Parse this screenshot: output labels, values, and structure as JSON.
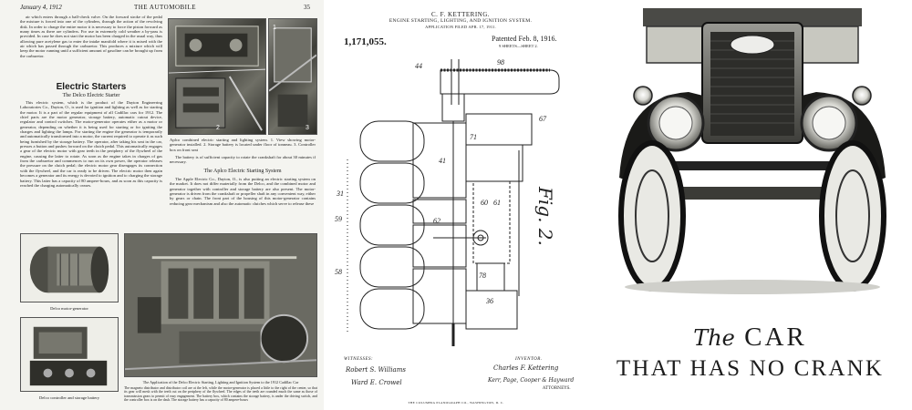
{
  "magazine": {
    "date": "January 4, 1912",
    "title": "THE AUTOMOBILE",
    "page_number": "35",
    "intro_text": "air which enters through a ball-check valve. On the forward stroke of the pedal the mixture is forced into one of the cylinders, through the action of the revolving disk. In order to charge the entire motor it is necessary to force the piston forward as many times as there are cylinders. For use in extremely cold weather a by-pass is provided. In case he does not start the motor has been charged in the usual way, thus allowing pure acetylene gas to enter the intake manifold where it is mixed with the air which has passed through the carburetor. This produces a mixture which will keep the motor running until a sufficient amount of gasoline can be brought up from the carburetor.",
    "section_heading": "Electric Starters",
    "sub_heading_1": "The Delco Electric Starter",
    "delco_text": "This electric system, which is the product of the Dayton Engineering Laboratories Co., Dayton, O., is used for ignition and lighting as well as for starting the motor. It is a part of the regular equipment of all Cadillac cars for 1912. The chief parts are the motor generator, storage battery, automatic cutout device, regulator and control switches. The motor-generator operates either as a motor or generator, depending on whether it is being used for starting or for igniting the charges and lighting the lamps. For starting the engine the generator is temporarily and automatically transformed into a motor, the current required to operate it as such being furnished by the storage battery. The operator, after taking his seat in the car, presses a button and pushes forward on the clutch pedal. This automatically engages a gear of the electric motor with gear teeth in the periphery of the flywheel of the engine, causing the latter to rotate. As soon as the engine takes in charges of gas from the carburetor and commences to run on its own power, the operator releases the pressure on the clutch pedal; the electric motor gear disengages its connection with the flywheel, and the car is ready to be driven. The electric motor then again becomes a generator and its energy is devoted to ignition and to charging the storage battery. This latter has a capacity of 80 ampere-hours, and as soon as this capacity is reached the charging automatically ceases.",
    "photo_top_caption": "Aplco combined electric starting and lighting system. 1. View showing motor-generator installed. 2. Storage battery is located under floor of tonneau. 3. Controller box on front seat",
    "battery_text": "The battery is of sufficient capacity to rotate the crankshaft for about 30 minutes if necessary.",
    "sub_heading_2": "The Aplco Electric Starting System",
    "aplco_text": "The Apple Electric Co., Dayton, O., is also putting an electric starting system on the market. It does not differ materially from the Delco, and the combined motor and generator together with controller and storage battery are also present. The motor-generator is driven from the crankshaft or propeller shaft in any convenient way, either by gears or chain. The front part of the housing of this motor-generator contains reducing gear mechanism and also the automatic clutches which serve to release these",
    "caption_motor_generator": "Delco motor-generator",
    "caption_controller": "Delco controller and storage battery",
    "caption_engine": "The Application of the Delco Electric Starting, Lighting and Ignition System to the 1912 Cadillac Car",
    "engine_description": "The magneto distributor and distributor coil are at the left, while the motor-generator is placed a little to the right of the center, so that its gear will mesh with the teeth cut on the periphery of the flywheel. The edges of the teeth are rounded much the same as those of transmission gears to permit of easy engagement. The battery box, which contains the storage battery, is under the driving switch, and the controller box is on the dash. The storage battery has a capacity of 80 ampere-hours",
    "photo_numbers": [
      "1",
      "2",
      "3"
    ]
  },
  "patent": {
    "inventor_header": "C. F. KETTERING.",
    "title": "ENGINE STARTING, LIGHTING, AND IGNITION SYSTEM.",
    "filed": "APPLICATION FILED APR. 17, 1911.",
    "number": "1,171,055.",
    "patented": "Patented Feb. 8, 1916.",
    "sheets": "9 SHEETS—SHEET 2.",
    "figure_label": "Fig. 2.",
    "reference_numerals": [
      "44",
      "98",
      "67",
      "71",
      "41",
      "60",
      "61",
      "62",
      "31",
      "59",
      "58",
      "78",
      "36"
    ],
    "witnesses_label": "WITNESSES:",
    "witness_1": "Robert S. Williams",
    "witness_2": "Ward E. Crowel",
    "inventor_label": "INVENTOR.",
    "inventor_signature": "Charles F. Kettering",
    "attorney_signature": "Kerr, Page, Cooper & Hayward",
    "attorney_note": "ATTORNEYS.",
    "footer": "THE COLUMBIA PLANOGRAPH CO., WASHINGTON, D. C."
  },
  "ad": {
    "headline_the": "The",
    "headline_car": "CAR",
    "headline_line2": "THAT HAS NO CRANK"
  }
}
